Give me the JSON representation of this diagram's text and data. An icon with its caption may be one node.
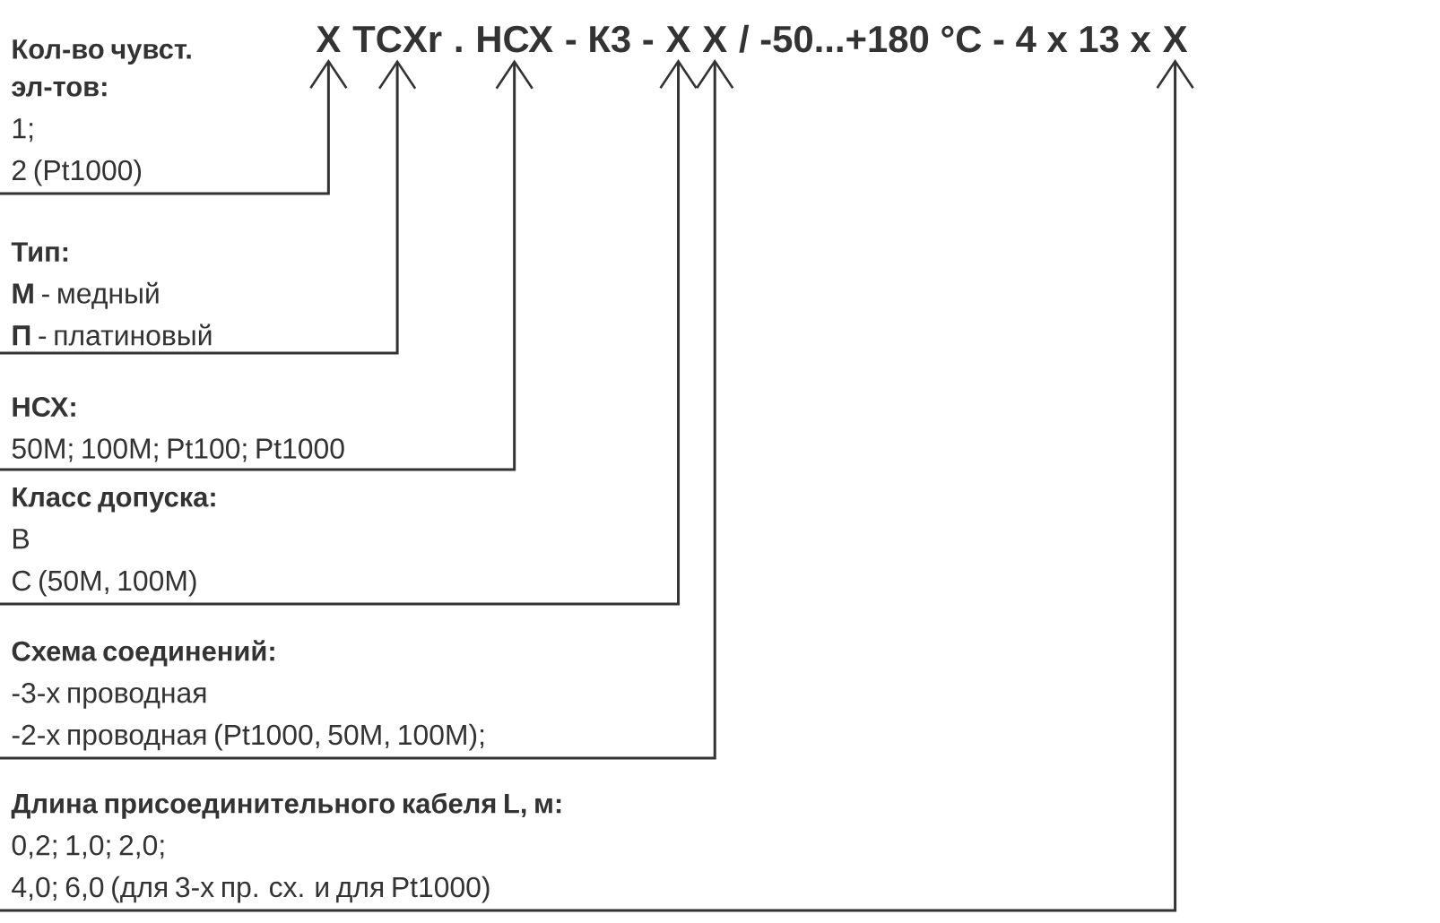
{
  "diagram": {
    "nodes": [
      {
        "text": [
          "X"
        ]
      },
      {
        "text": [
          "TCXr"
        ]
      },
      {
        "text": [
          "НСХ"
        ]
      },
      {
        "text": [
          "X"
        ]
      },
      {
        "text": [
          "X"
        ]
      },
      {
        "text": [
          "X"
        ]
      },
      {
        "text": [
          "Кол-во чувст. эл-тов:",
          "1;",
          "2 (Pt1000)"
        ]
      },
      {
        "text": [
          "Тип:",
          "**М** - медный",
          "**П** - платиновый"
        ]
      },
      {
        "text": [
          "НСХ:",
          "50М; 100М; Pt100; Pt1000"
        ]
      },
      {
        "text": [
          "Класс допуска:",
          "В",
          "С (50М, 100М)"
        ]
      },
      {
        "text": [
          "Схема соединений:",
          "-3-х проводная",
          "-2-х проводная (Pt1000, 50М, 100М);"
        ]
      },
      {
        "text": [
          "Длина присоединительного кабеля L, м:",
          "0,2; 1,0; 2,0;",
          "4,0; 6,0 (для 3-х пр. сх. и для Pt1000)"
        ]
      }
    ],
    "edges": [
      {
        "from": 6,
        "to": 0,
        "arrow": "to"
      },
      {
        "from": 7,
        "to": 1,
        "arrow": "to"
      },
      {
        "from": 8,
        "to": 2,
        "arrow": "to"
      },
      {
        "from": 9,
        "to": 3,
        "arrow": "to"
      },
      {
        "from": 10,
        "to": 4,
        "arrow": "to"
      },
      {
        "from": 11,
        "to": 5,
        "arrow": "to"
      }
    ],
    "labels": [
      ".",
      "- К3 -",
      "/ -50...+180 °C - 4 x 13 x"
    ]
  }
}
